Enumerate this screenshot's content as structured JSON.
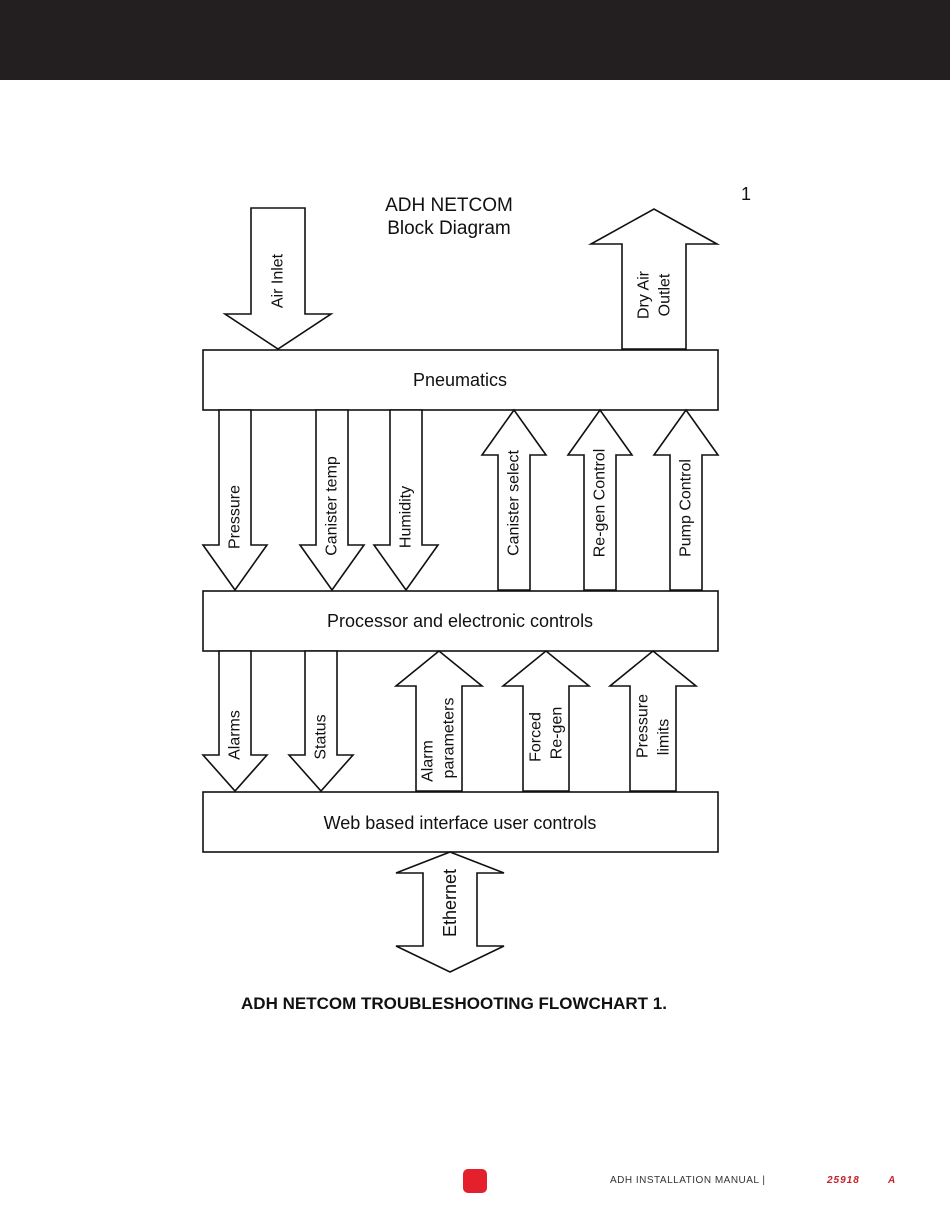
{
  "diagram": {
    "title_line1": "ADH NETCOM",
    "title_line2": "Block Diagram",
    "page_marker": "1",
    "blocks": {
      "pneumatics": "Pneumatics",
      "processor": "Processor and electronic controls",
      "web": "Web based interface user controls"
    },
    "arrows": {
      "air_inlet": "Air Inlet",
      "dry_air_line1": "Dry Air",
      "dry_air_line2": "Outlet",
      "pressure": "Pressure",
      "canister_temp": "Canister temp",
      "humidity": "Humidity",
      "canister_select": "Canister select",
      "regen_control": "Re-gen Control",
      "pump_control": "Pump Control",
      "alarms": "Alarms",
      "status": "Status",
      "alarm_params_line1": "Alarm",
      "alarm_params_line2": "parameters",
      "forced_regen_line1": "Forced",
      "forced_regen_line2": "Re-gen",
      "pressure_limits_line1": "Pressure",
      "pressure_limits_line2": "limits",
      "ethernet": "Ethernet"
    }
  },
  "caption": "ADH NETCOM TROUBLESHOOTING FLOWCHART 1.",
  "footer": {
    "manual": "ADH INSTALLATION MANUAL |",
    "doc_number": "25918",
    "revision": "A",
    "accent_color": "#e3202b"
  }
}
